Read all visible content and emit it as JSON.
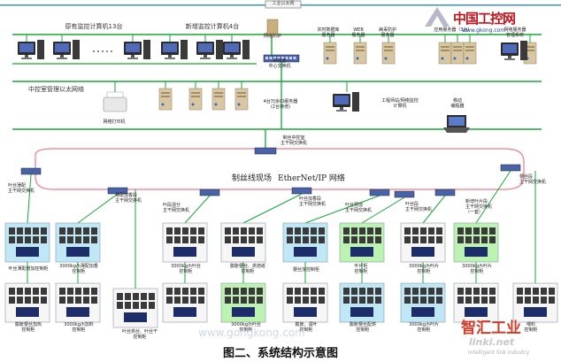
{
  "caption": "图二、系统结构示意图",
  "top_network": "工业以太网",
  "office": {
    "left_group": "原有监控计算机13台",
    "right_group": "新增监控计算机4台",
    "firewall": "网络防护",
    "core_switch": "中控室\n中心交换机",
    "servers": [
      "实时数据库\n服务器",
      "WEB\n服务器",
      "病毒防护\n服务器",
      "应用服务器（3台）",
      "网络服务器\n管理系统"
    ]
  },
  "control_room": {
    "lan_label": "中控室管理以太网络",
    "printer": "网络打印机",
    "io_servers": "4台冗余IO服务器\n(2台待增)",
    "engineer": "工程师站/网络监控\n计算机",
    "laptop": "移动\n编程器"
  },
  "field": {
    "main_switch": "制丝中控室\n主干网交换机",
    "ring_label": "制丝线现场",
    "ring_protocol": "EtherNet/IP 网络",
    "switches": [
      "叶丝薄配\n主干网交换机",
      "薄配加香段\n主干网交换机",
      "叶段混分\n主干网交换机",
      "叶丝加香段\n主干网交换机",
      "叶丝预混\n主干网交换机",
      "叶丝段\n主干网交换机",
      "新增叶片段\n主干网交换机\n（一套）",
      "梗丝段\n主干网交换机"
    ],
    "cabinets_top": [
      "叶丝薄配增加控制柜",
      "3000kg/h薄配加香\n控制柜",
      "3000kg/h叶丝\n控制柜",
      "膨胀梗丝、烘焙纸\n控制柜",
      "梗丝加控制柜",
      "叶片柜\n控制柜",
      "3000kg/h叶片\n控制柜",
      "3000kg/h叶片\n控制柜"
    ],
    "cabinets_bottom": [
      "膨胀梗丝加热\n控制柜",
      "3000kg/h加料\n控制柜",
      "叶丝烘丝、叶丝干\n控制柜",
      "3000kg/h叶丝\n控制柜",
      "膨胀、润叶\n控制柜",
      "膨胀梗丝配烘\n控制柜",
      "3000kg/h叶片\n控制柜",
      "喂料\n控制柜"
    ]
  },
  "logo": {
    "name": "中国工控网",
    "url": "www.gkong.com"
  },
  "watermark_site": "www.gongkong.com",
  "watermark_brand": {
    "name": "智汇工业",
    "en": "linki.net",
    "sub": "intelligent link industry"
  },
  "colors": {
    "cable": "#16a835",
    "ring": "#f07a8c",
    "panel_blue": "#bfe7f5",
    "panel_green": "#bdf3b2",
    "panel_white": "#f6f6f6",
    "pc_body": "#2c2c2c",
    "server": "#d9c7a4"
  }
}
